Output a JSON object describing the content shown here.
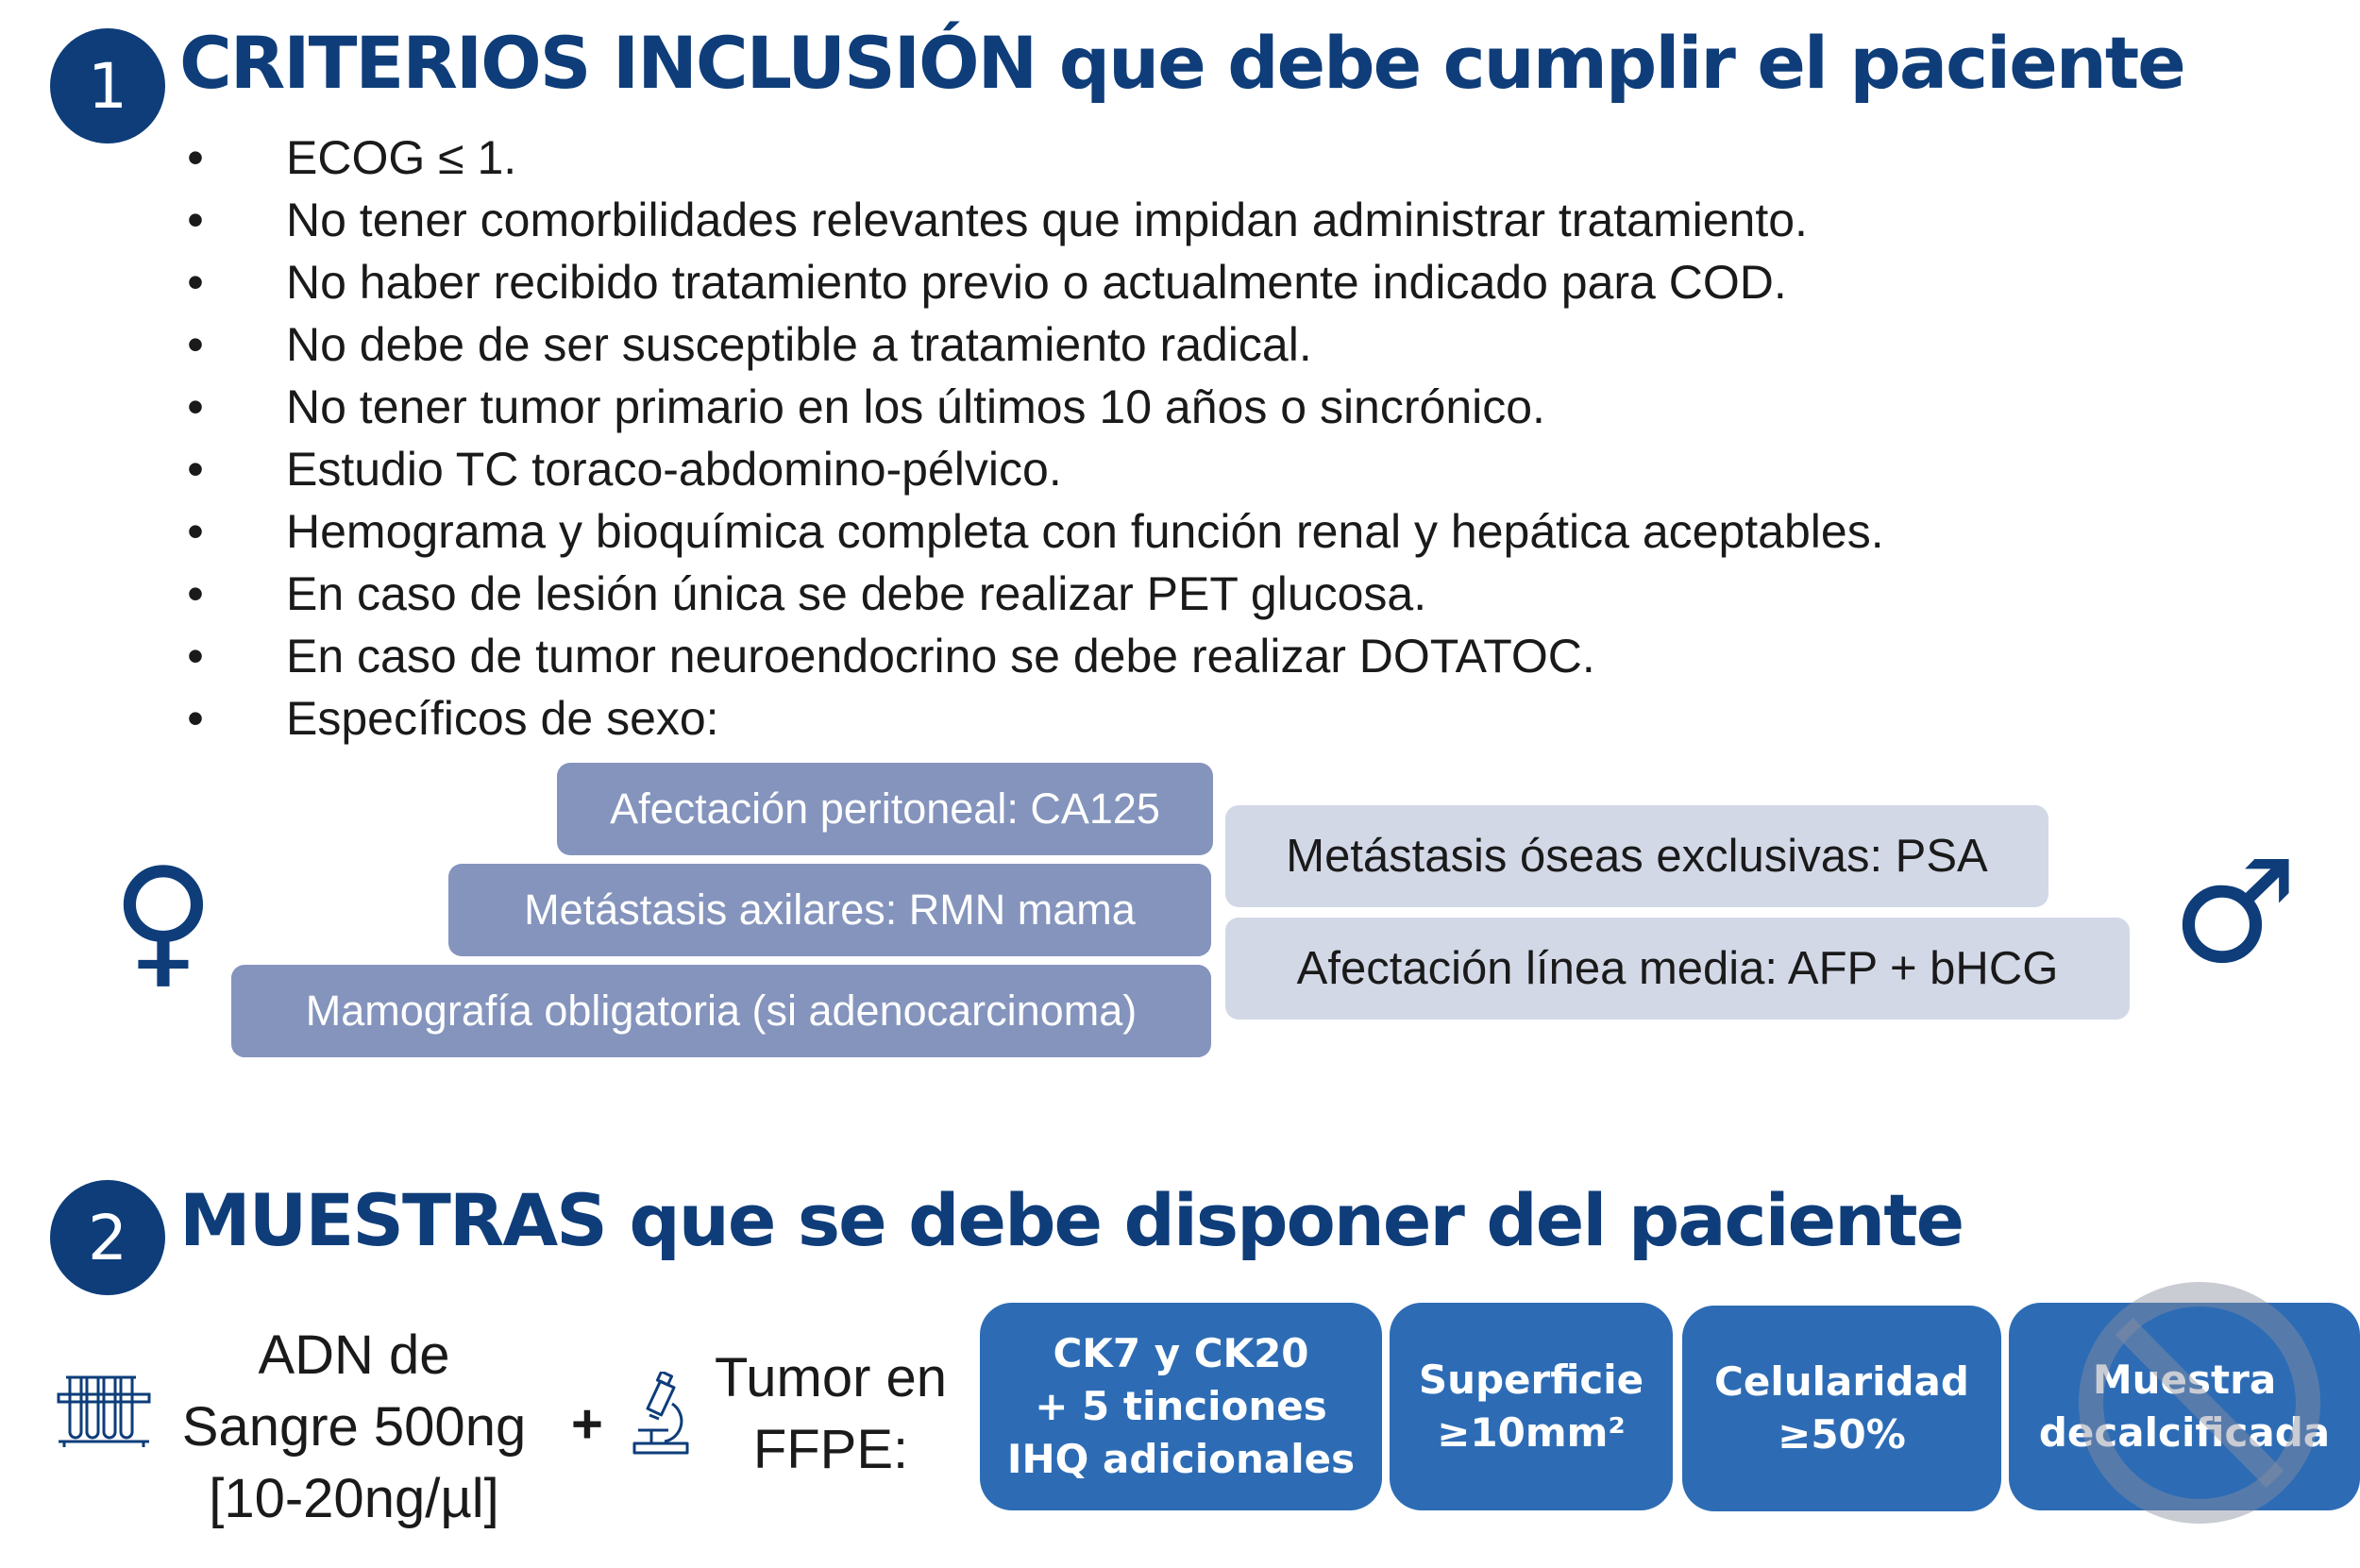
{
  "section1": {
    "number": "1",
    "title": "CRITERIOS INCLUSIÓN que debe cumplir el paciente",
    "items": [
      "ECOG ≤ 1.",
      "No tener comorbilidades relevantes que impidan administrar tratamiento.",
      "No haber recibido tratamiento previo o actualmente indicado para COD.",
      "No debe de ser susceptible a tratamiento radical.",
      "No tener tumor primario en los últimos 10 años o sincrónico.",
      "Estudio TC toraco-abdomino-pélvico.",
      "Hemograma y bioquímica completa con función renal y hepática aceptables.",
      "En caso de lesión única se debe realizar PET glucosa.",
      "En caso de tumor neuroendocrino se debe realizar DOTATOC.",
      "Específicos de sexo:"
    ],
    "bullet": "•",
    "female": {
      "symbol": "♀",
      "items": [
        "Afectación peritoneal: CA125",
        "Metástasis axilares: RMN mama",
        "Mamografía obligatoria (si adenocarcinoma)"
      ]
    },
    "male": {
      "symbol": "♂",
      "items": [
        "Metástasis óseas exclusivas: PSA",
        "Afectación línea  media: AFP + bHCG"
      ]
    }
  },
  "section2": {
    "number": "2",
    "title": "MUESTRAS que se debe disponer del paciente",
    "blood": {
      "line1": "ADN de",
      "line2": "Sangre 500ng",
      "line3": "[10-20ng/µl]"
    },
    "plus": "+",
    "tumor": {
      "line1": "Tumor en",
      "line2": "FFPE:"
    },
    "requirements": [
      {
        "line1": "CK7 y CK20",
        "line2": "+ 5 tinciones",
        "line3": "IHQ adicionales"
      },
      {
        "line1": "Superficie",
        "line2": "≥10mm²"
      },
      {
        "line1": "Celularidad",
        "line2": "≥50%"
      },
      {
        "line1": "Muestra",
        "line2": "decalcificada"
      }
    ]
  },
  "colors": {
    "primary": "#0e3d7a",
    "female_pill": "#8494bd",
    "male_pill": "#d3d8e7",
    "requirement_box": "#2d6cb5"
  },
  "icons": [
    "test-tubes-icon",
    "microscope-icon",
    "prohibited-icon",
    "female-symbol-icon",
    "male-symbol-icon"
  ]
}
